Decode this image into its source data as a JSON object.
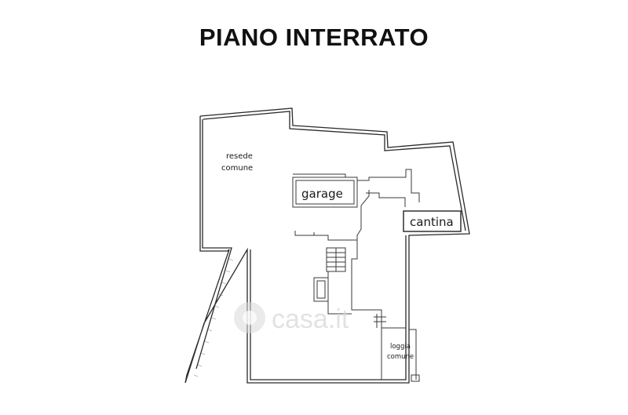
{
  "title": "PIANO INTERRATO",
  "labels": {
    "resede_line1": "resede",
    "resede_line2": "comune",
    "garage": "garage",
    "cantina": "cantina",
    "loggia_line1": "loggia",
    "loggia_line2": "comune"
  },
  "watermark": "casa.it"
}
